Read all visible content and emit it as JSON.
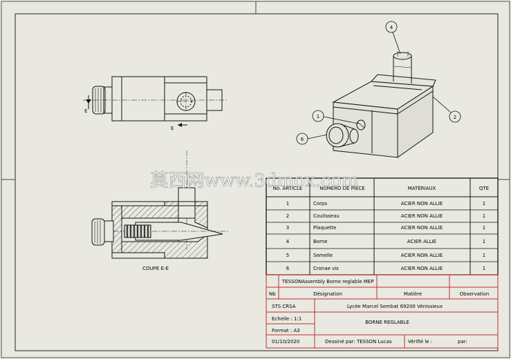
{
  "watermark": "莫西网www.3dmox.com",
  "drawing": {
    "section_label": "COUPE E-E",
    "section_markers": [
      "E",
      "E"
    ],
    "balloons": [
      "4",
      "1",
      "2",
      "6"
    ]
  },
  "bom": {
    "headers": [
      "No. ARTICLE",
      "NUMÉRO DE PIÈCE",
      "MATÉRIAUX",
      "QTE"
    ],
    "rows": [
      {
        "no": "1",
        "part": "Corps",
        "material": "ACIER NON ALLIE",
        "qty": "1"
      },
      {
        "no": "2",
        "part": "Coulisseau",
        "material": "ACIER NON ALLIE",
        "qty": "1"
      },
      {
        "no": "3",
        "part": "Plaquette",
        "material": "ACIER NON ALLIE",
        "qty": "1"
      },
      {
        "no": "4",
        "part": "Borne",
        "material": "ACIER ALLIE",
        "qty": "1"
      },
      {
        "no": "5",
        "part": "Semelle",
        "material": "ACIER NON ALLIE",
        "qty": "1"
      },
      {
        "no": "6",
        "part": "Cronae vis",
        "material": "ACIER NON ALLIE",
        "qty": "1"
      }
    ]
  },
  "title_block": {
    "assembly": "TESSONAssembly Borne reglable MEP",
    "nb": "Nb",
    "designation": "Désignation",
    "matiere": "Matière",
    "observation": "Observation",
    "class": "STS CRSA",
    "school": "Lycée Marcel Sembat 69200 Vénissieux",
    "scale": "Echelle : 1:1",
    "title": "BORNE REGLABLE",
    "format": "Format : A3",
    "date": "01/10/2020",
    "drawn_by": "Dessiné par: TESSON Lucas",
    "checked_by": "Vérifié le :",
    "par": "par:"
  }
}
